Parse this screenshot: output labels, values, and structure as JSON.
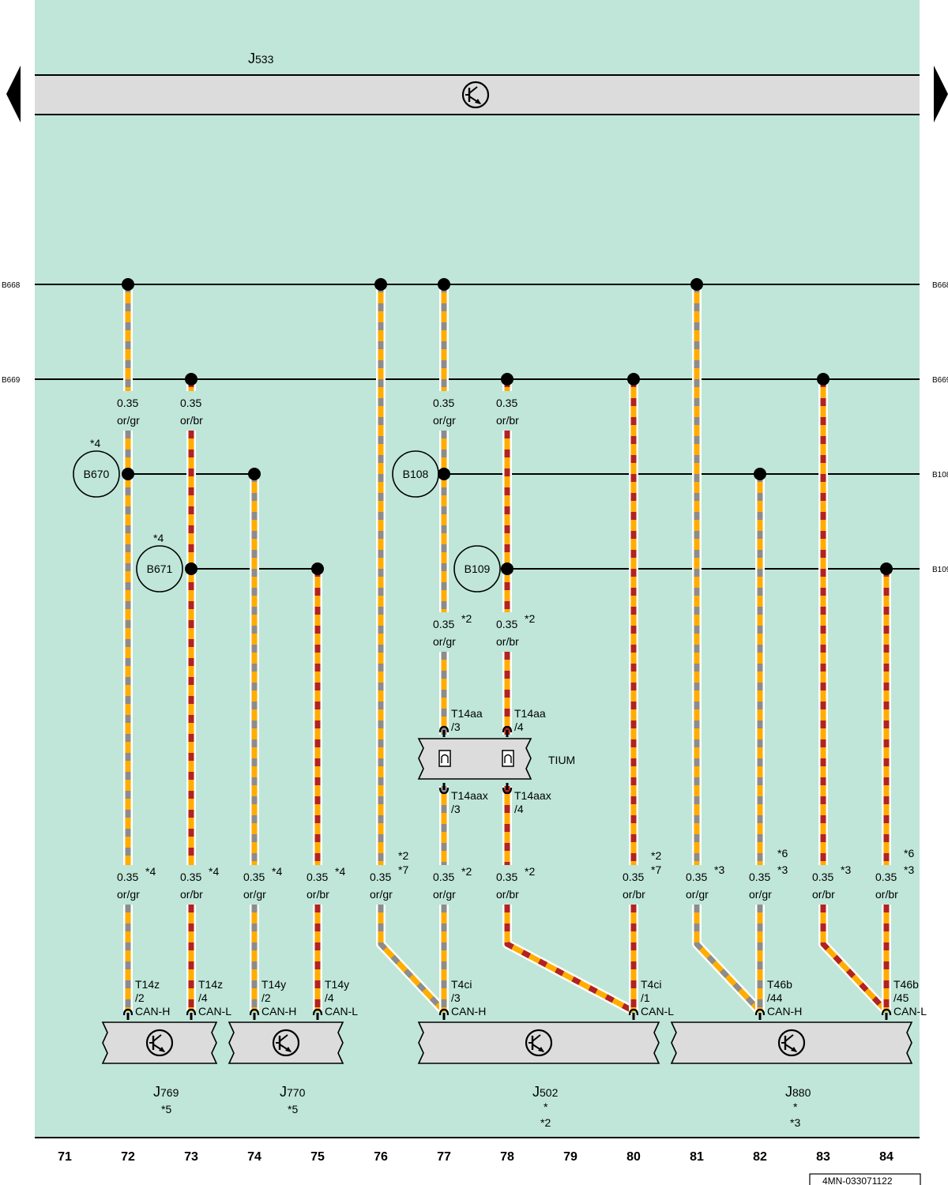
{
  "colors": {
    "background": "#bfe6d9",
    "bar": "#dcdcdc",
    "orange": "#ffad00",
    "grey": "#8c8c8c",
    "brown": "#b22222"
  },
  "top_module": {
    "letter": "J",
    "number": "533",
    "icon": "transistor-symbol-icon"
  },
  "buses": {
    "b668": "B668",
    "b669": "B669",
    "b108": "B108",
    "b109": "B109"
  },
  "splices": {
    "b670": {
      "label": "B670",
      "note": "*4"
    },
    "b671": {
      "label": "B671",
      "note": "*4"
    },
    "b108": {
      "label": "B108"
    },
    "b109": {
      "label": "B109"
    }
  },
  "wires": {
    "w72_top": {
      "size": "0.35",
      "color": "or/gr"
    },
    "w73_top": {
      "size": "0.35",
      "color": "or/br"
    },
    "w77_top": {
      "size": "0.35",
      "color": "or/gr"
    },
    "w78_top": {
      "size": "0.35",
      "color": "or/br"
    },
    "w77_mid": {
      "size": "0.35",
      "color": "or/gr",
      "note": "*2"
    },
    "w78_mid": {
      "size": "0.35",
      "color": "or/br",
      "note": "*2"
    },
    "w72_bot": {
      "size": "0.35",
      "color": "or/gr",
      "note": "*4"
    },
    "w73_bot": {
      "size": "0.35",
      "color": "or/br",
      "note": "*4"
    },
    "w74_bot": {
      "size": "0.35",
      "color": "or/gr",
      "note": "*4"
    },
    "w75_bot": {
      "size": "0.35",
      "color": "or/br",
      "note": "*4"
    },
    "w76_bot": {
      "size": "0.35",
      "color": "or/gr",
      "note1": "*2",
      "note2": "*7"
    },
    "w77_bot": {
      "size": "0.35",
      "color": "or/gr",
      "note": "*2"
    },
    "w78_bot": {
      "size": "0.35",
      "color": "or/br",
      "note": "*2"
    },
    "w80_bot": {
      "size": "0.35",
      "color": "or/br",
      "note1": "*2",
      "note2": "*7"
    },
    "w81_bot": {
      "size": "0.35",
      "color": "or/gr",
      "note": "*3"
    },
    "w82_bot": {
      "size": "0.35",
      "color": "or/gr",
      "note1": "*6",
      "note2": "*3"
    },
    "w83_bot": {
      "size": "0.35",
      "color": "or/br",
      "note": "*3"
    },
    "w84_bot": {
      "size": "0.35",
      "color": "or/br",
      "note1": "*6",
      "note2": "*3"
    }
  },
  "tium": {
    "label": "TIUM",
    "pin_top_l": {
      "conn": "T14aa",
      "pin": "/3"
    },
    "pin_top_r": {
      "conn": "T14aa",
      "pin": "/4"
    },
    "pin_bot_l": {
      "conn": "T14aax",
      "pin": "/3"
    },
    "pin_bot_r": {
      "conn": "T14aax",
      "pin": "/4"
    }
  },
  "pins": {
    "p72": {
      "conn": "T14z",
      "pin": "/2",
      "sig": "CAN-H"
    },
    "p73": {
      "conn": "T14z",
      "pin": "/4",
      "sig": "CAN-L"
    },
    "p74": {
      "conn": "T14y",
      "pin": "/2",
      "sig": "CAN-H"
    },
    "p75": {
      "conn": "T14y",
      "pin": "/4",
      "sig": "CAN-L"
    },
    "p77": {
      "conn": "T4ci",
      "pin": "/3",
      "sig": "CAN-H"
    },
    "p80": {
      "conn": "T4ci",
      "pin": "/1",
      "sig": "CAN-L"
    },
    "p82": {
      "conn": "T46b",
      "pin": "/44",
      "sig": "CAN-H"
    },
    "p84": {
      "conn": "T46b",
      "pin": "/45",
      "sig": "CAN-L"
    }
  },
  "modules": {
    "j769": {
      "letter": "J",
      "number": "769",
      "note1": "*5"
    },
    "j770": {
      "letter": "J",
      "number": "770",
      "note1": "*5"
    },
    "j502": {
      "letter": "J",
      "number": "502",
      "note1": "*",
      "note2": "*2"
    },
    "j880": {
      "letter": "J",
      "number": "880",
      "note1": "*",
      "note2": "*3"
    }
  },
  "track_numbers": [
    "71",
    "72",
    "73",
    "74",
    "75",
    "76",
    "77",
    "78",
    "79",
    "80",
    "81",
    "82",
    "83",
    "84"
  ],
  "doc_code": "4MN-033071122"
}
